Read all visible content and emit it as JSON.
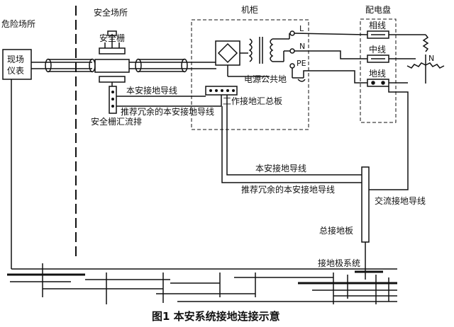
{
  "labels": {
    "hazard_area": "危险场所",
    "safe_area": "安全场所",
    "cabinet": "机柜",
    "distribution_panel": "配电盘",
    "field_instrument_line1": "现场",
    "field_instrument_line2": "仪表",
    "safety_barrier": "安全栅",
    "power_common_ground": "电源公共地",
    "is_ground_wire_top": "本安接地导线",
    "redundant_is_ground_wire_top": "推荐冗余的本安接地导线",
    "barrier_busbar": "安全栅汇流排",
    "work_ground_bus_board": "工作接地汇总板",
    "phase_wire": "相线",
    "neutral_wire": "中线",
    "earth_wire": "地线",
    "terminal_L": "L",
    "terminal_N": "N",
    "terminal_PE": "PE",
    "transformer_N": "N",
    "is_ground_wire_mid": "本安接地导线",
    "redundant_is_ground_wire_mid": "推荐冗余的本安接地导线",
    "ac_ground_wire": "交流接地导线",
    "main_ground_board": "总接地板",
    "ground_electrode_system": "接地极系统",
    "caption": "图1  本安系统接地连接示意"
  },
  "colors": {
    "line": "#111111",
    "background": "#ffffff"
  }
}
